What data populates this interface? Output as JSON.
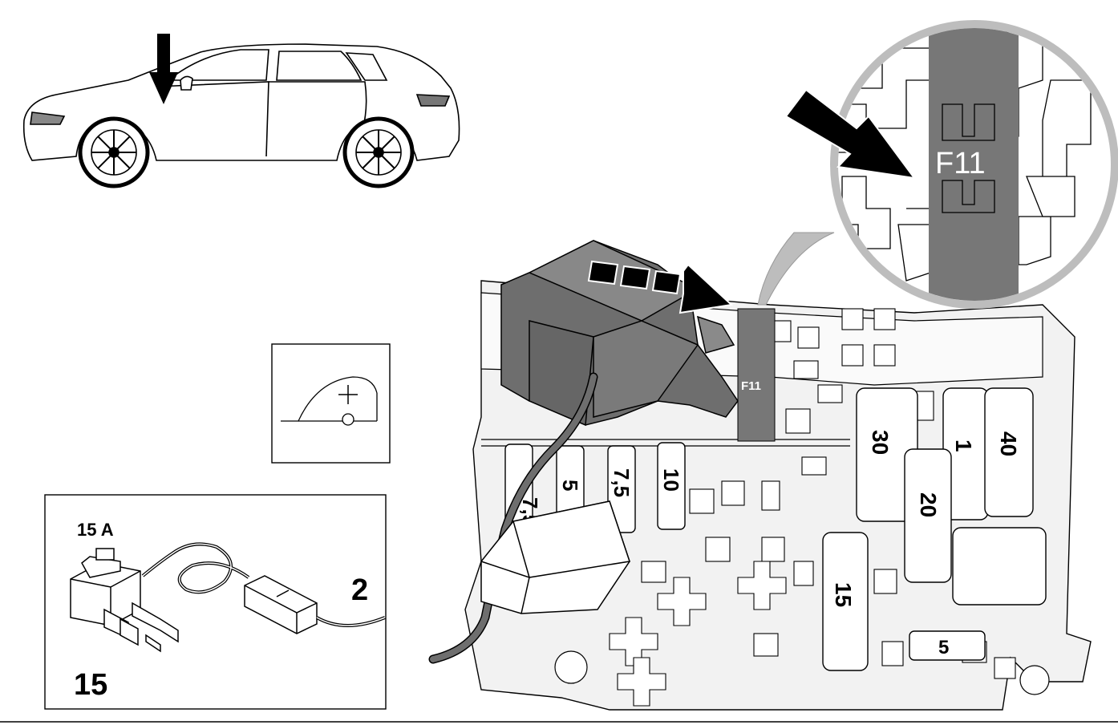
{
  "kit": {
    "rating_label": "15 A",
    "connector_number": "2",
    "item_number": "15"
  },
  "magnifier": {
    "fuse_label": "F11"
  },
  "fusebox": {
    "fuse_labels": [
      "7,5",
      "5",
      "7,5",
      "10",
      "30",
      "1",
      "40",
      "20",
      "15",
      "5"
    ],
    "slot_label": "F11"
  },
  "icons": [
    "car-location-arrow-icon",
    "fuse-tap-symbol-icon",
    "insert-direction-arrow-icon",
    "magnifier-pointer-arrow-icon"
  ],
  "colors": {
    "highlight_grey": "#777777",
    "fuse_box_grey": "#f2f2f2",
    "cable_grey": "#6e6e6e"
  }
}
